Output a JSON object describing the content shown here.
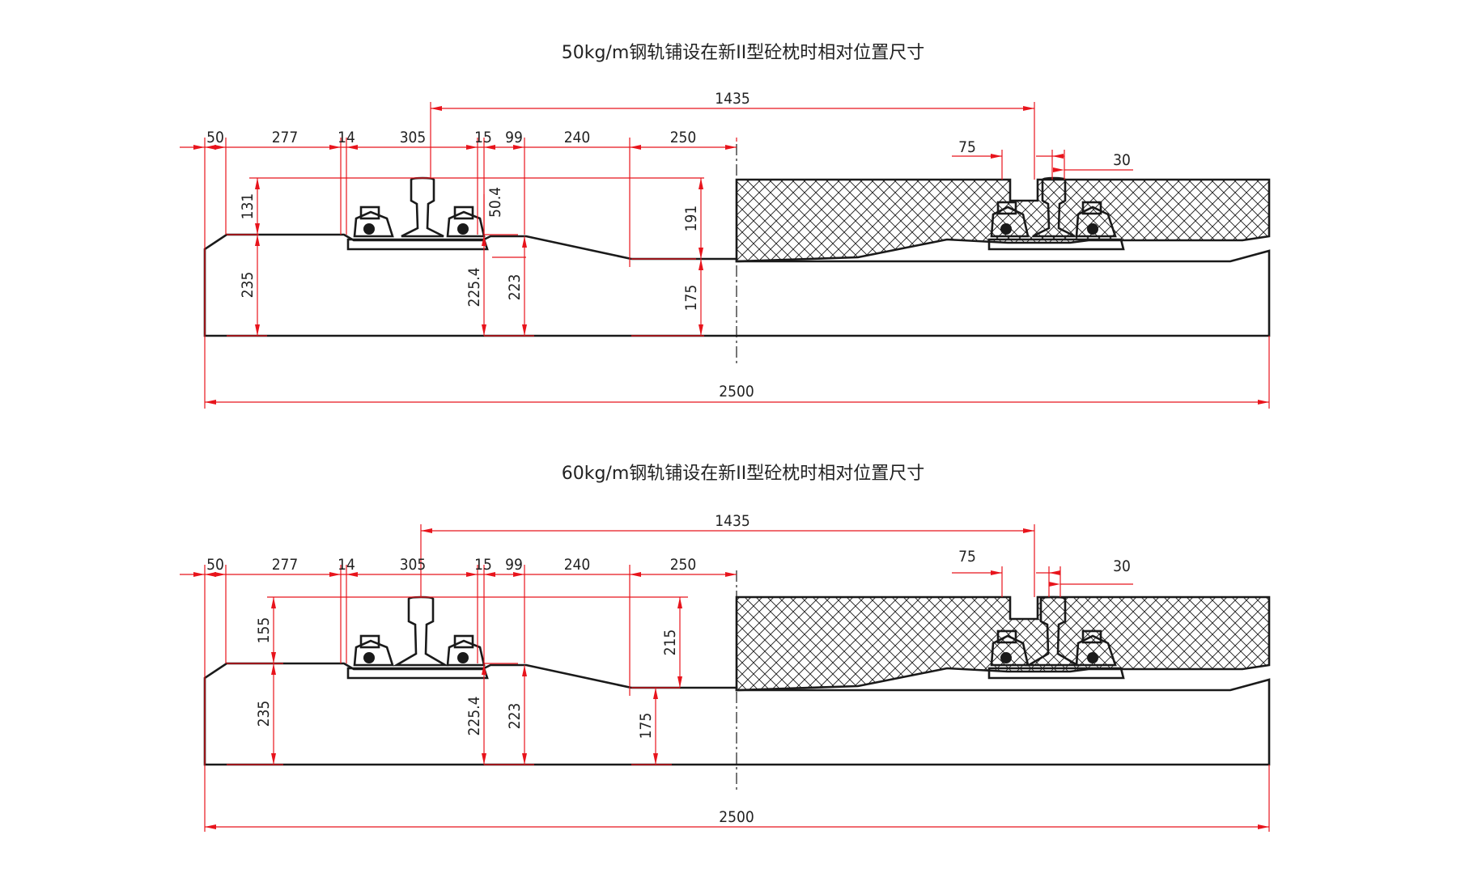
{
  "colors": {
    "dimension": "#e8141c",
    "outline": "#1a1a1a",
    "text": "#222222"
  },
  "diagrams": [
    {
      "title": "50kg/m钢轨铺设在新II型砼枕时相对位置尺寸",
      "top_dims": [
        "50",
        "277",
        "14",
        "305",
        "15",
        "99",
        "240",
        "250"
      ],
      "gauge": "1435",
      "right_dims": [
        "75",
        "30"
      ],
      "total": "2500",
      "vertical_dims": [
        "131",
        "235",
        "50.4",
        "225.4",
        "223",
        "191",
        "175"
      ]
    },
    {
      "title": "60kg/m钢轨铺设在新II型砼枕时相对位置尺寸",
      "top_dims": [
        "50",
        "277",
        "14",
        "305",
        "15",
        "99",
        "240",
        "250"
      ],
      "gauge": "1435",
      "right_dims": [
        "75",
        "30"
      ],
      "total": "2500",
      "vertical_dims": [
        "155",
        "235",
        "225.4",
        "223",
        "215",
        "175"
      ]
    }
  ]
}
